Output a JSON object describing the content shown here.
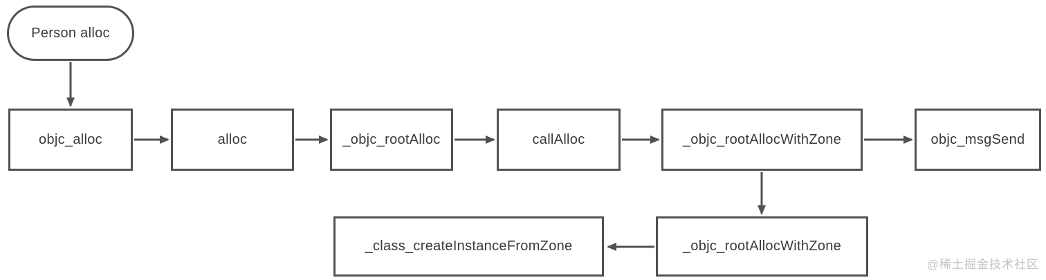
{
  "diagram": {
    "nodes": [
      {
        "id": "person_alloc",
        "label": "Person alloc",
        "shape": "stadium"
      },
      {
        "id": "objc_alloc",
        "label": "objc_alloc",
        "shape": "rect"
      },
      {
        "id": "alloc",
        "label": "alloc",
        "shape": "rect"
      },
      {
        "id": "objc_rootAlloc",
        "label": "_objc_rootAlloc",
        "shape": "rect"
      },
      {
        "id": "callAlloc",
        "label": "callAlloc",
        "shape": "rect"
      },
      {
        "id": "objc_rootAllocWithZone",
        "label": "_objc_rootAllocWithZone",
        "shape": "rect"
      },
      {
        "id": "objc_msgSend",
        "label": "objc_msgSend",
        "shape": "rect"
      },
      {
        "id": "class_createInstanceFromZone",
        "label": "_class_createInstanceFromZone",
        "shape": "rect"
      },
      {
        "id": "objc_rootAllocWithZone_2",
        "label": "_objc_rootAllocWithZone",
        "shape": "rect"
      }
    ],
    "edges": [
      {
        "from": "person_alloc",
        "to": "objc_alloc"
      },
      {
        "from": "objc_alloc",
        "to": "alloc"
      },
      {
        "from": "alloc",
        "to": "objc_rootAlloc"
      },
      {
        "from": "objc_rootAlloc",
        "to": "callAlloc"
      },
      {
        "from": "callAlloc",
        "to": "objc_rootAllocWithZone"
      },
      {
        "from": "objc_rootAllocWithZone",
        "to": "objc_msgSend"
      },
      {
        "from": "objc_rootAllocWithZone",
        "to": "objc_rootAllocWithZone_2"
      },
      {
        "from": "objc_rootAllocWithZone_2",
        "to": "class_createInstanceFromZone"
      }
    ],
    "watermark": "@稀土掘金技术社区",
    "colors": {
      "line": "#515153",
      "text": "#3a3a3c",
      "watermark": "#c3c3c3",
      "background": "#ffffff"
    }
  }
}
